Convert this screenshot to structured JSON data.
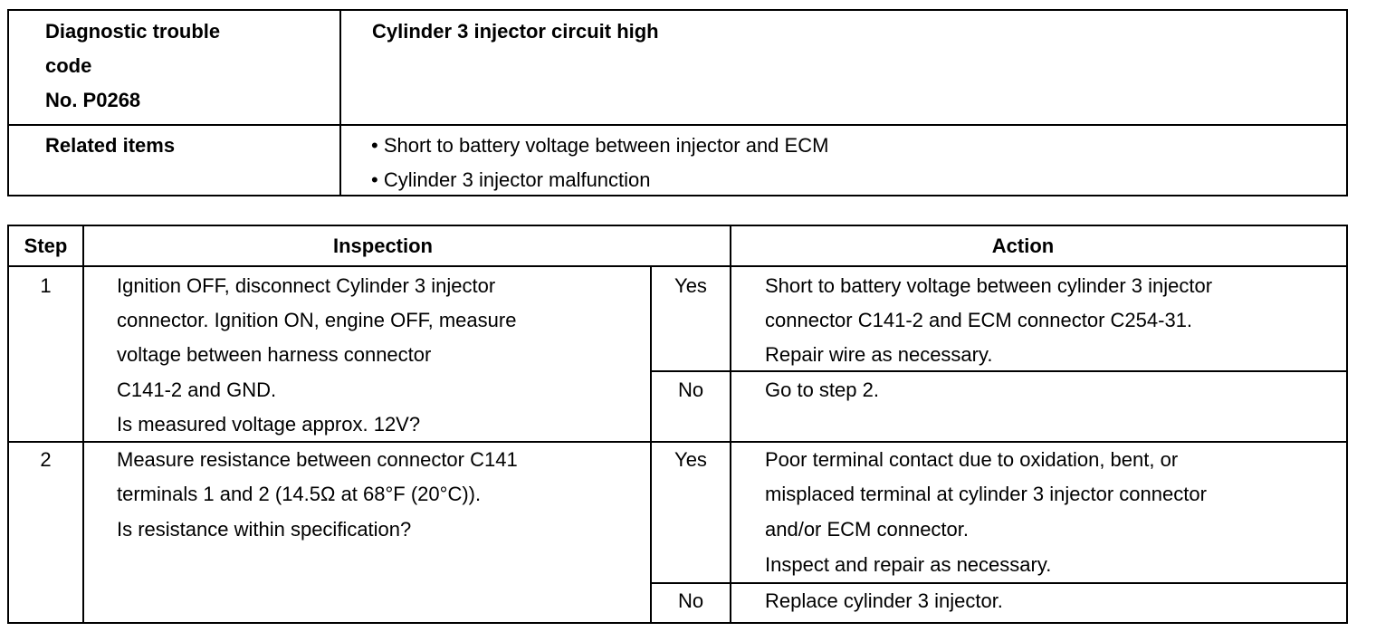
{
  "header_table": {
    "dtc_label_lines": [
      "Diagnostic trouble",
      "code",
      "No. P0268"
    ],
    "dtc_title": "Cylinder 3 injector circuit high",
    "related_label": "Related items",
    "related_items": [
      "• Short to battery voltage between injector and ECM",
      "• Cylinder 3 injector malfunction"
    ]
  },
  "main_table": {
    "headers": {
      "step": "Step",
      "inspection": "Inspection",
      "action": "Action"
    },
    "steps": [
      {
        "number": "1",
        "inspection_lines": [
          "Ignition OFF, disconnect Cylinder 3 injector",
          "connector. Ignition ON, engine OFF, measure",
          "voltage between harness connector",
          "C141-2 and GND.",
          "Is measured voltage approx. 12V?"
        ],
        "yes_label": "Yes",
        "yes_action_lines": [
          "Short to battery voltage between cylinder 3 injector",
          "connector C141-2 and ECM connector C254-31.",
          "Repair wire as necessary."
        ],
        "no_label": "No",
        "no_action_lines": [
          "Go to step 2."
        ]
      },
      {
        "number": "2",
        "inspection_lines": [
          "Measure resistance between connector C141",
          "terminals 1 and 2 (14.5Ω at 68°F (20°C)).",
          "Is resistance within specification?"
        ],
        "yes_label": "Yes",
        "yes_action_lines": [
          "Poor terminal contact due to oxidation, bent, or",
          "misplaced terminal at cylinder 3 injector connector",
          "and/or ECM connector.",
          "Inspect and repair as necessary."
        ],
        "no_label": "No",
        "no_action_lines": [
          "Replace cylinder 3 injector."
        ]
      }
    ]
  }
}
